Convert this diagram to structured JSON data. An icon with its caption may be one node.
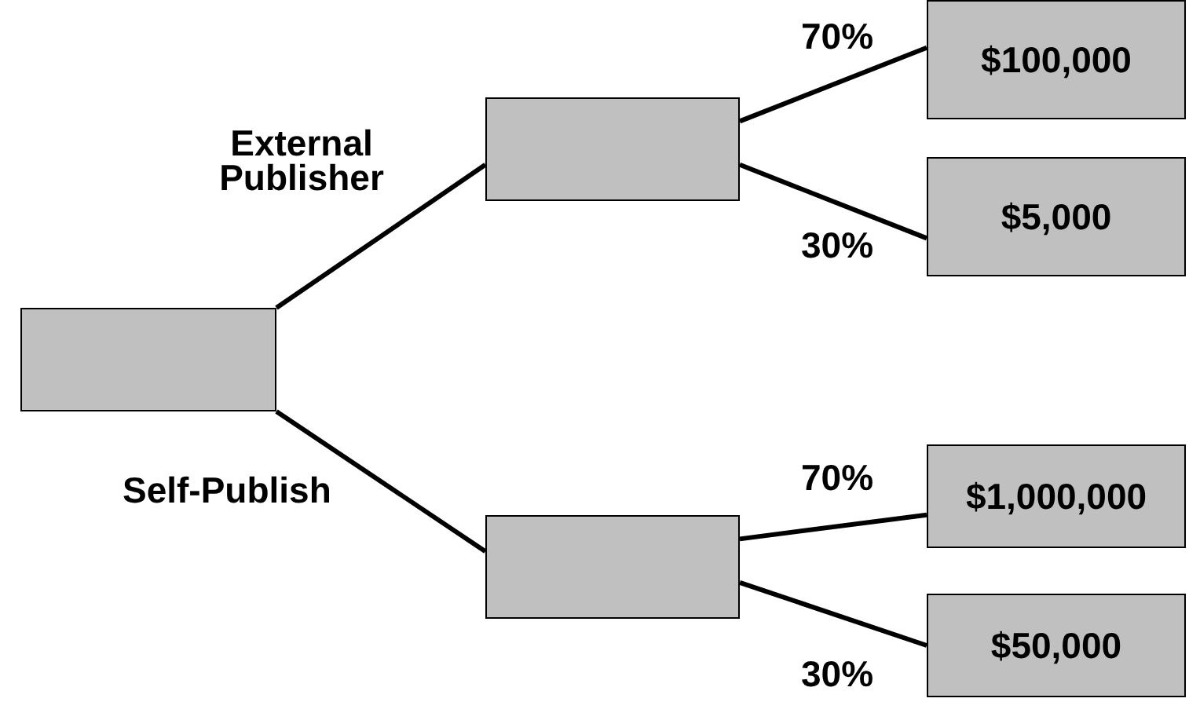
{
  "diagram": {
    "nodes": [
      {
        "text": [],
        "shape": "box"
      },
      {
        "text": [],
        "shape": "box"
      },
      {
        "text": [
          "$100,000"
        ]
      },
      {
        "text": [
          "$5,000"
        ]
      },
      {
        "text": [],
        "shape": "box"
      },
      {
        "text": [
          "$1,000,000"
        ]
      },
      {
        "text": [
          "$50,000"
        ]
      }
    ],
    "edges": [
      {
        "from": 0,
        "to": 1,
        "arrow": "none",
        "label": "External Publisher"
      },
      {
        "from": 0,
        "to": 4,
        "arrow": "none",
        "label": "Self-Publish"
      },
      {
        "from": 1,
        "to": 2,
        "arrow": "none",
        "label": "70%"
      },
      {
        "from": 1,
        "to": 3,
        "arrow": "none",
        "label": "30%"
      },
      {
        "from": 4,
        "to": 5,
        "arrow": "none",
        "label": "70%"
      },
      {
        "from": 4,
        "to": 6,
        "arrow": "none",
        "label": "30%"
      }
    ]
  }
}
